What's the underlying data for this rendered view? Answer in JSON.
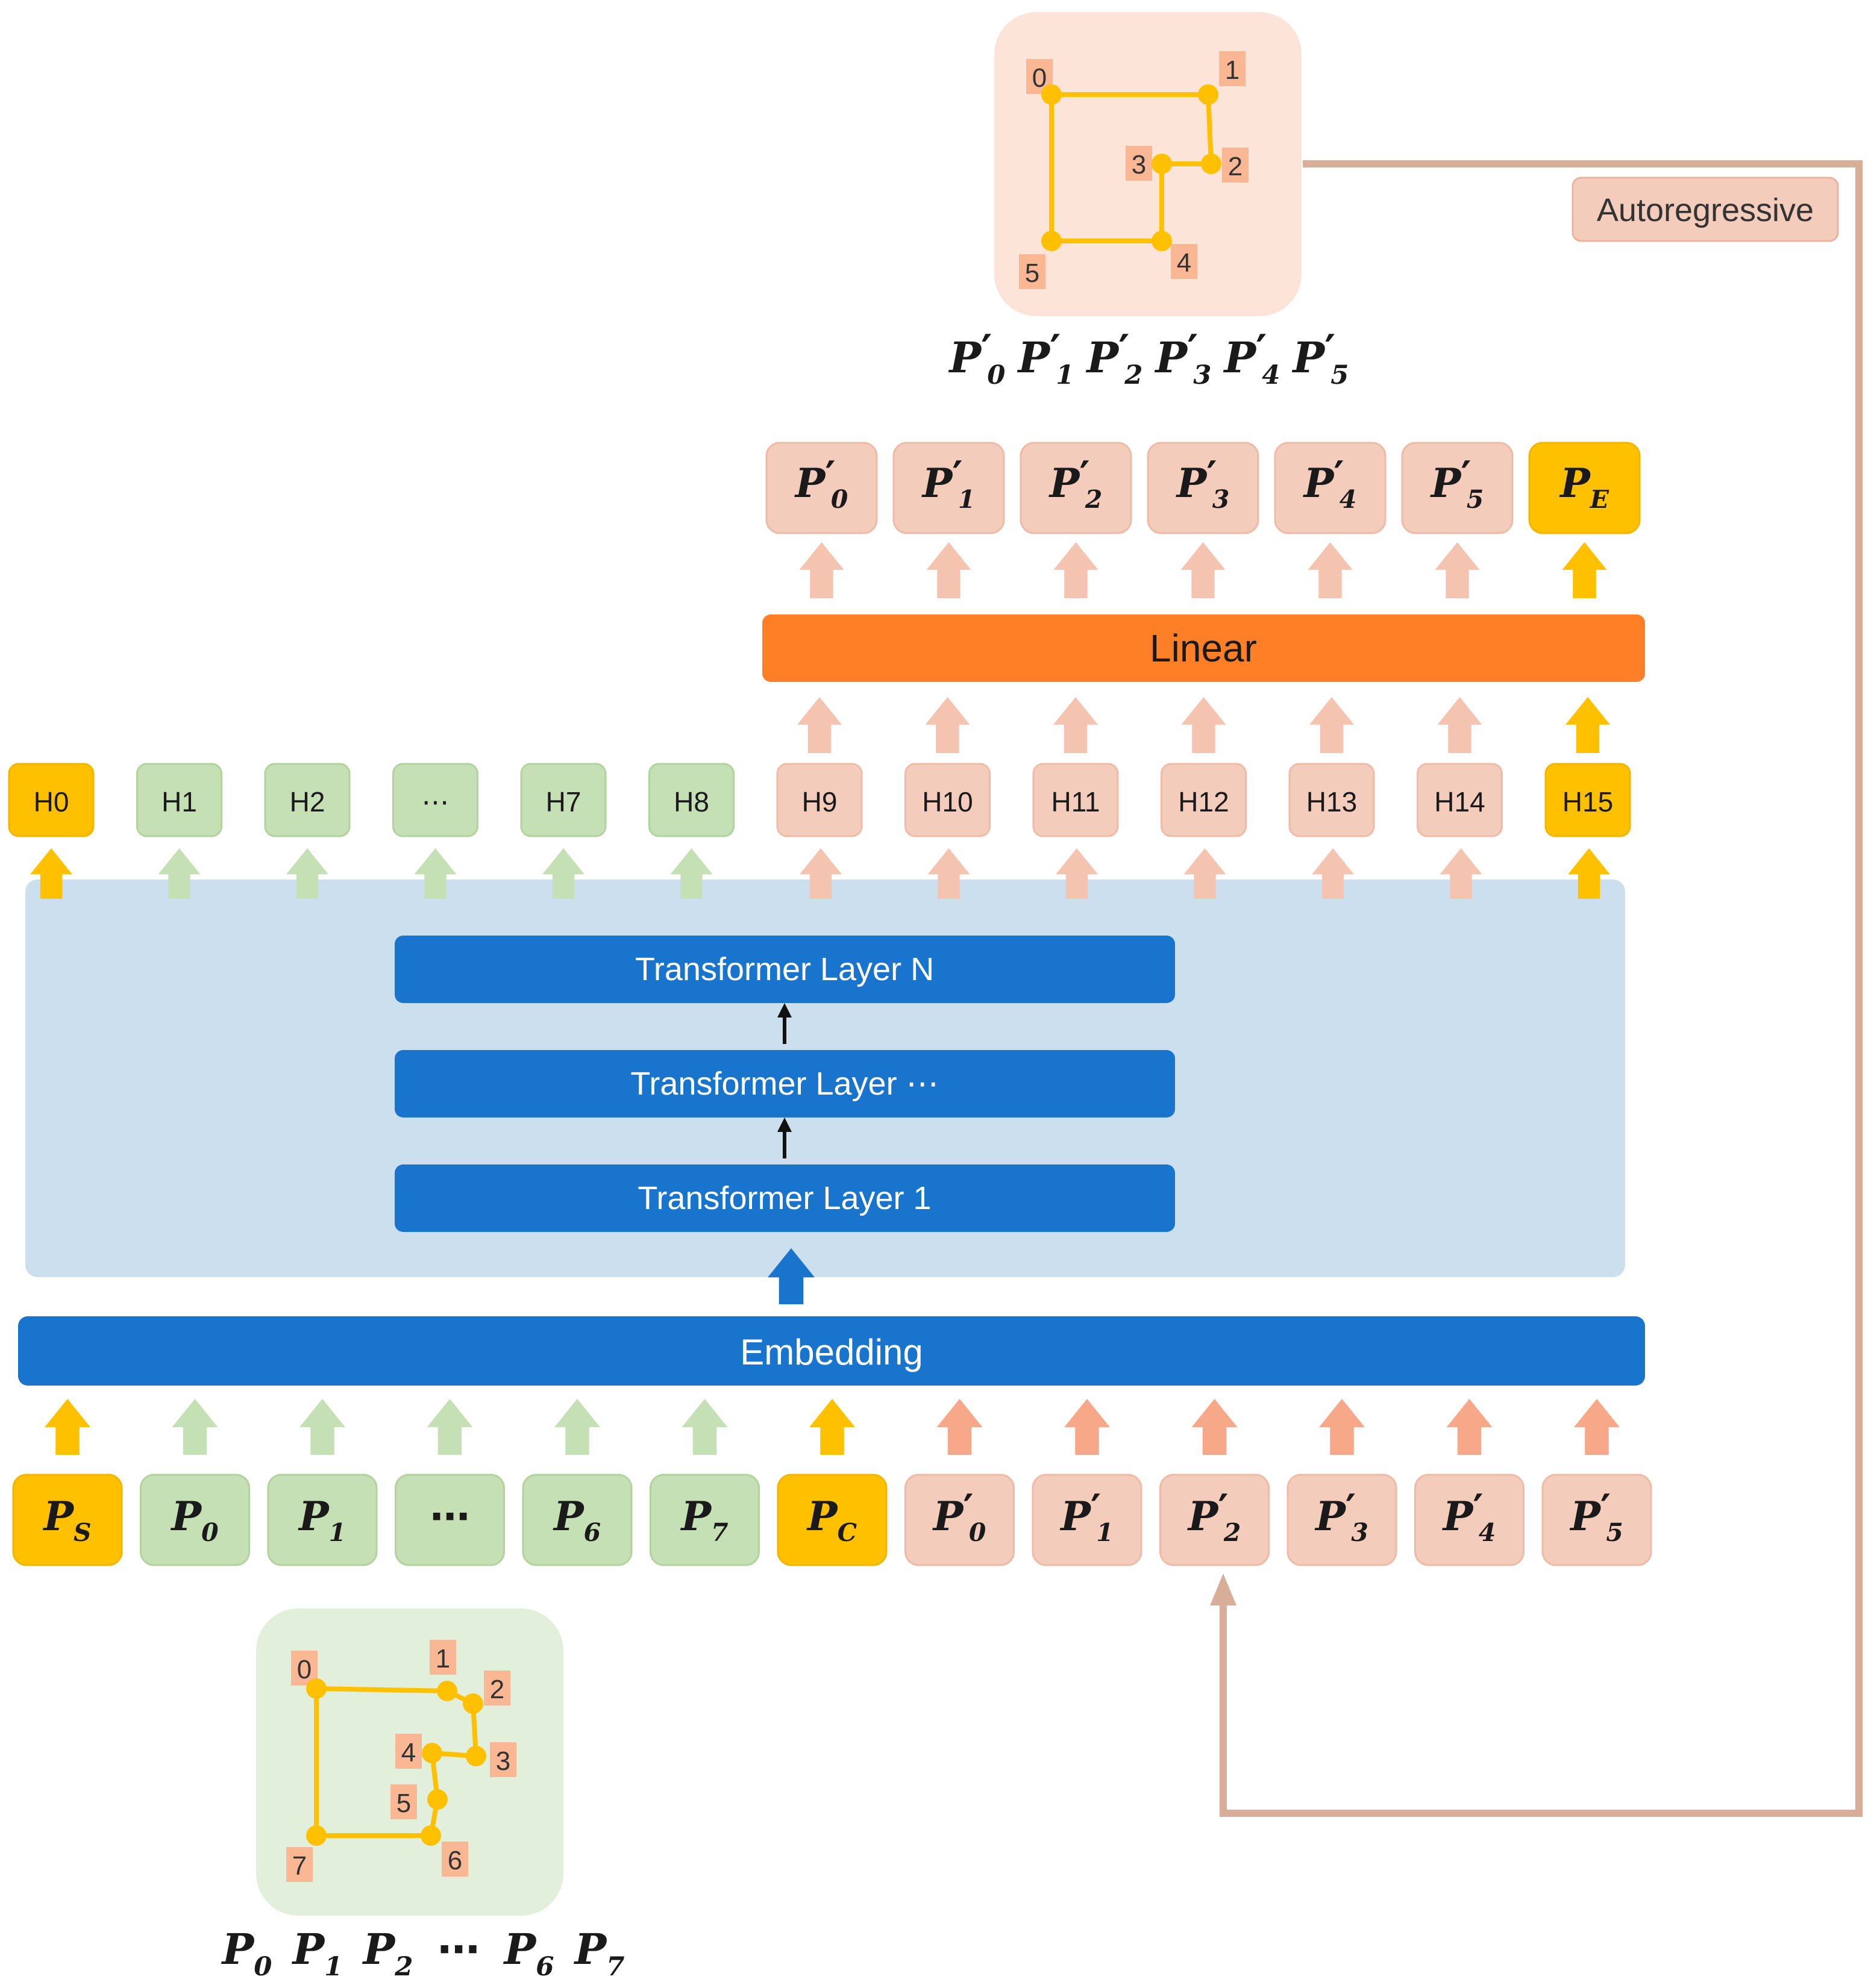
{
  "polygon_top": {
    "vertex_labels": [
      "0",
      "1",
      "2",
      "3",
      "4",
      "5"
    ],
    "caption": [
      {
        "base": "P",
        "prime": true,
        "sub": "0"
      },
      {
        "base": "P",
        "prime": true,
        "sub": "1"
      },
      {
        "base": "P",
        "prime": true,
        "sub": "2"
      },
      {
        "base": "P",
        "prime": true,
        "sub": "3"
      },
      {
        "base": "P",
        "prime": true,
        "sub": "4"
      },
      {
        "base": "P",
        "prime": true,
        "sub": "5"
      }
    ]
  },
  "polygon_bottom": {
    "vertex_labels": [
      "0",
      "1",
      "2",
      "3",
      "4",
      "5",
      "6",
      "7"
    ],
    "caption": [
      {
        "base": "P",
        "prime": false,
        "sub": "0"
      },
      {
        "base": "P",
        "prime": false,
        "sub": "1"
      },
      {
        "base": "P",
        "prime": false,
        "sub": "2"
      },
      {
        "base": "⋯",
        "prime": false,
        "sub": ""
      },
      {
        "base": "P",
        "prime": false,
        "sub": "6"
      },
      {
        "base": "P",
        "prime": false,
        "sub": "7"
      }
    ]
  },
  "autoregressive_label": "Autoregressive",
  "linear_label": "Linear",
  "embedding_label": "Embedding",
  "transformer_layers": [
    "Transformer Layer N",
    "Transformer Layer ⋯",
    "Transformer Layer 1"
  ],
  "output_tokens": [
    {
      "base": "P",
      "prime": true,
      "sub": "0",
      "kind": "pink"
    },
    {
      "base": "P",
      "prime": true,
      "sub": "1",
      "kind": "pink"
    },
    {
      "base": "P",
      "prime": true,
      "sub": "2",
      "kind": "pink"
    },
    {
      "base": "P",
      "prime": true,
      "sub": "3",
      "kind": "pink"
    },
    {
      "base": "P",
      "prime": true,
      "sub": "4",
      "kind": "pink"
    },
    {
      "base": "P",
      "prime": true,
      "sub": "5",
      "kind": "pink"
    },
    {
      "base": "P",
      "prime": false,
      "sub": "E",
      "kind": "gold"
    }
  ],
  "hidden_states": [
    {
      "label": "H0",
      "kind": "gold"
    },
    {
      "label": "H1",
      "kind": "green"
    },
    {
      "label": "H2",
      "kind": "green"
    },
    {
      "label": "⋯",
      "kind": "green"
    },
    {
      "label": "H7",
      "kind": "green"
    },
    {
      "label": "H8",
      "kind": "green"
    },
    {
      "label": "H9",
      "kind": "pink"
    },
    {
      "label": "H10",
      "kind": "pink"
    },
    {
      "label": "H11",
      "kind": "pink"
    },
    {
      "label": "H12",
      "kind": "pink"
    },
    {
      "label": "H13",
      "kind": "pink"
    },
    {
      "label": "H14",
      "kind": "pink"
    },
    {
      "label": "H15",
      "kind": "gold"
    }
  ],
  "input_tokens": [
    {
      "base": "P",
      "prime": false,
      "sub": "S",
      "kind": "gold"
    },
    {
      "base": "P",
      "prime": false,
      "sub": "0",
      "kind": "green"
    },
    {
      "base": "P",
      "prime": false,
      "sub": "1",
      "kind": "green"
    },
    {
      "base": "⋯",
      "prime": false,
      "sub": "",
      "kind": "green"
    },
    {
      "base": "P",
      "prime": false,
      "sub": "6",
      "kind": "green"
    },
    {
      "base": "P",
      "prime": false,
      "sub": "7",
      "kind": "green"
    },
    {
      "base": "P",
      "prime": false,
      "sub": "C",
      "kind": "gold"
    },
    {
      "base": "P",
      "prime": true,
      "sub": "0",
      "kind": "pink"
    },
    {
      "base": "P",
      "prime": true,
      "sub": "1",
      "kind": "pink"
    },
    {
      "base": "P",
      "prime": true,
      "sub": "2",
      "kind": "pink"
    },
    {
      "base": "P",
      "prime": true,
      "sub": "3",
      "kind": "pink"
    },
    {
      "base": "P",
      "prime": true,
      "sub": "4",
      "kind": "pink"
    },
    {
      "base": "P",
      "prime": true,
      "sub": "5",
      "kind": "pink"
    }
  ],
  "colors": {
    "gold": "#FFC000",
    "green_fill": "#C5E0B4",
    "green_arrow": "#C5E0B4",
    "pink_fill": "#F4CCBC",
    "pink_arrow": "#F5C4B0",
    "salmon_arrow": "#F7A888",
    "blue": "#1874CD",
    "light_blue": "#CCDFEE",
    "orange": "#FF7F27",
    "loop": "#D9AE98",
    "vertex": "#FFC000",
    "vertex_label": "#F9B793"
  }
}
